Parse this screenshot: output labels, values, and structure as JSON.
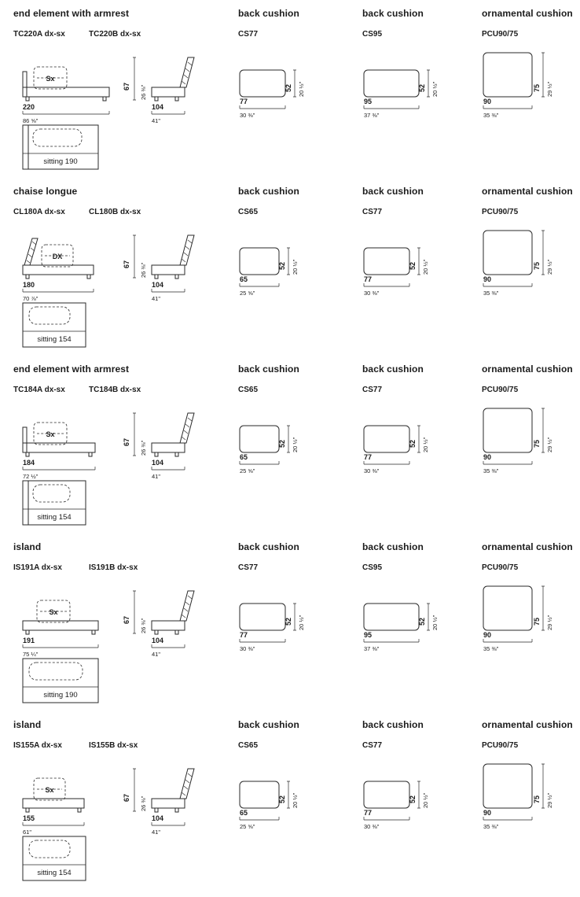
{
  "page": {
    "background": "#ffffff",
    "line_color": "#2a2a2a",
    "text_color": "#1c1c1c"
  },
  "rows": [
    {
      "title": "end element with armrest",
      "code_a": "TC220A dx-sx",
      "code_b": "TC220B dx-sx",
      "orientation_label": "Sx",
      "width_cm": "220",
      "width_in": "86 ⅝\"",
      "depth_cm": "104",
      "depth_in": "41\"",
      "height_cm": "67",
      "height_in": "26 ⅜\"",
      "sitting": "sitting 190",
      "cushions": [
        {
          "type": "back cushion",
          "code": "CS77",
          "width_cm": "77",
          "width_in": "30 ⅜\"",
          "height_cm": "52",
          "height_in": "20 ½\""
        },
        {
          "type": "back cushion",
          "code": "CS95",
          "width_cm": "95",
          "width_in": "37 ⅜\"",
          "height_cm": "52",
          "height_in": "20 ½\""
        },
        {
          "type": "ornamental cushion",
          "code": "PCU90/75",
          "width_cm": "90",
          "width_in": "35 ⅜\"",
          "height_cm": "75",
          "height_in": "29 ½\""
        }
      ]
    },
    {
      "title": "chaise longue",
      "code_a": "CL180A dx-sx",
      "code_b": "CL180B dx-sx",
      "orientation_label": "DX",
      "width_cm": "180",
      "width_in": "70 ⅞\"",
      "depth_cm": "104",
      "depth_in": "41\"",
      "height_cm": "67",
      "height_in": "26 ⅜\"",
      "sitting": "sitting 154",
      "cushions": [
        {
          "type": "back cushion",
          "code": "CS65",
          "width_cm": "65",
          "width_in": "25 ⅝\"",
          "height_cm": "52",
          "height_in": "20 ½\""
        },
        {
          "type": "back cushion",
          "code": "CS77",
          "width_cm": "77",
          "width_in": "30 ⅜\"",
          "height_cm": "52",
          "height_in": "20 ½\""
        },
        {
          "type": "ornamental cushion",
          "code": "PCU90/75",
          "width_cm": "90",
          "width_in": "35 ⅜\"",
          "height_cm": "75",
          "height_in": "29 ½\""
        }
      ]
    },
    {
      "title": "end element with armrest",
      "code_a": "TC184A dx-sx",
      "code_b": "TC184B dx-sx",
      "orientation_label": "Sx",
      "width_cm": "184",
      "width_in": "72 ½\"",
      "depth_cm": "104",
      "depth_in": "41\"",
      "height_cm": "67",
      "height_in": "26 ⅜\"",
      "sitting": "sitting 154",
      "cushions": [
        {
          "type": "back cushion",
          "code": "CS65",
          "width_cm": "65",
          "width_in": "25 ⅝\"",
          "height_cm": "52",
          "height_in": "20 ½\""
        },
        {
          "type": "back cushion",
          "code": "CS77",
          "width_cm": "77",
          "width_in": "30 ⅜\"",
          "height_cm": "52",
          "height_in": "20 ½\""
        },
        {
          "type": "ornamental cushion",
          "code": "PCU90/75",
          "width_cm": "90",
          "width_in": "35 ⅜\"",
          "height_cm": "75",
          "height_in": "29 ½\""
        }
      ]
    },
    {
      "title": "island",
      "code_a": "IS191A dx-sx",
      "code_b": "IS191B dx-sx",
      "orientation_label": "Sx",
      "width_cm": "191",
      "width_in": "75 ¼\"",
      "depth_cm": "104",
      "depth_in": "41\"",
      "height_cm": "67",
      "height_in": "26 ⅜\"",
      "sitting": "sitting 190",
      "cushions": [
        {
          "type": "back cushion",
          "code": "CS77",
          "width_cm": "77",
          "width_in": "30 ⅜\"",
          "height_cm": "52",
          "height_in": "20 ½\""
        },
        {
          "type": "back cushion",
          "code": "CS95",
          "width_cm": "95",
          "width_in": "37 ⅜\"",
          "height_cm": "52",
          "height_in": "20 ½\""
        },
        {
          "type": "ornamental cushion",
          "code": "PCU90/75",
          "width_cm": "90",
          "width_in": "35 ⅜\"",
          "height_cm": "75",
          "height_in": "29 ½\""
        }
      ]
    },
    {
      "title": "island",
      "code_a": "IS155A dx-sx",
      "code_b": "IS155B dx-sx",
      "orientation_label": "Sx",
      "width_cm": "155",
      "width_in": "61\"",
      "depth_cm": "104",
      "depth_in": "41\"",
      "height_cm": "67",
      "height_in": "26 ⅜\"",
      "sitting": "sitting 154",
      "cushions": [
        {
          "type": "back cushion",
          "code": "CS65",
          "width_cm": "65",
          "width_in": "25 ⅝\"",
          "height_cm": "52",
          "height_in": "20 ½\""
        },
        {
          "type": "back cushion",
          "code": "CS77",
          "width_cm": "77",
          "width_in": "30 ⅜\"",
          "height_cm": "52",
          "height_in": "20 ½\""
        },
        {
          "type": "ornamental cushion",
          "code": "PCU90/75",
          "width_cm": "90",
          "width_in": "35 ⅜\"",
          "height_cm": "75",
          "height_in": "29 ½\""
        }
      ]
    }
  ]
}
